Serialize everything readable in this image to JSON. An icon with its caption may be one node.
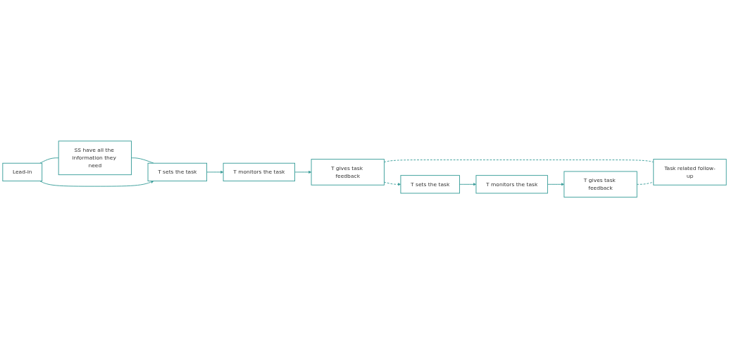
{
  "diagram": {
    "nodes": [
      {
        "text": [
          "SS have all the information they need"
        ]
      },
      {
        "text": [
          "Lead-in"
        ]
      },
      {
        "text": [
          "T sets the task"
        ]
      },
      {
        "text": [
          "T monitors the task"
        ]
      },
      {
        "text": [
          "T gives task feedback"
        ]
      },
      {
        "text": [
          "Task related follow-up"
        ]
      },
      {
        "text": [
          "T sets the task"
        ]
      },
      {
        "text": [
          "T monitors the task"
        ]
      },
      {
        "text": [
          "T gives task feedback"
        ]
      }
    ],
    "edges": [
      {
        "from": 1,
        "to": 0,
        "arrow": "none"
      },
      {
        "from": 0,
        "to": 2,
        "arrow": "none"
      },
      {
        "from": 1,
        "to": 2,
        "arrow": "to"
      },
      {
        "from": 2,
        "to": 3,
        "arrow": "to"
      },
      {
        "from": 3,
        "to": 4,
        "arrow": "to"
      },
      {
        "from": 4,
        "to": 5,
        "arrow": "none",
        "style": "dashed"
      },
      {
        "from": 4,
        "to": 6,
        "arrow": "to",
        "style": "dashed"
      },
      {
        "from": 6,
        "to": 7,
        "arrow": "to"
      },
      {
        "from": 7,
        "to": 8,
        "arrow": "to"
      },
      {
        "from": 8,
        "to": 5,
        "arrow": "none",
        "style": "dashed"
      }
    ]
  }
}
